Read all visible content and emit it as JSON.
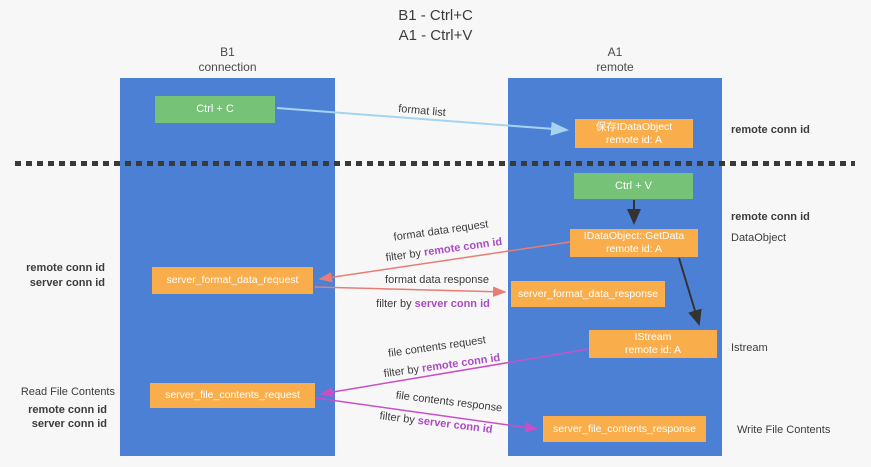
{
  "title": {
    "line1": "B1 - Ctrl+C",
    "line2": "A1 - Ctrl+V"
  },
  "columns": {
    "left": {
      "name": "B1",
      "role": "connection"
    },
    "right": {
      "name": "A1",
      "role": "remote"
    }
  },
  "boxes": {
    "ctrl_c": {
      "label": "Ctrl + C"
    },
    "save_idataobject": {
      "line1": "保存IDataObject",
      "line2": "remote id: A"
    },
    "ctrl_v": {
      "label": "Ctrl + V"
    },
    "getdata": {
      "line1": "IDataObject::GetData",
      "line2": "remote id: A"
    },
    "server_format_data_request": {
      "label": "server_format_data_request"
    },
    "server_format_data_response": {
      "label": "server_format_data_response"
    },
    "istream": {
      "line1": "IStream",
      "line2": "remote id: A"
    },
    "server_file_contents_request": {
      "label": "server_file_contents_request"
    },
    "server_file_contents_response": {
      "label": "server_file_contents_response"
    }
  },
  "arrow_labels": {
    "format_list": "format list",
    "format_data_request": "format data request",
    "format_data_response": "format data response",
    "file_contents_request": "file contents request",
    "file_contents_response": "file contents response",
    "filter_by": "filter by ",
    "remote_conn_id": "remote conn id",
    "server_conn_id": "server conn id"
  },
  "side_labels": {
    "remote_conn_id": "remote conn id",
    "server_conn_id": "server conn id",
    "dataobject": "DataObject",
    "istream": "Istream",
    "read_file_contents": "Read File Contents",
    "write_file_contents": "Write File Contents"
  },
  "colors": {
    "background": "#f7f7f7",
    "column_blue": "#4b80d5",
    "box_green": "#76c276",
    "box_orange": "#f9ae4b",
    "arrow_light_blue": "#a6d3f2",
    "arrow_salmon": "#e87d75",
    "arrow_magenta": "#ca4fc5",
    "arrow_black": "#333333",
    "text_purple": "#ab4bc3",
    "text_green": "#67bb6b",
    "text_dark": "#3c3c3c"
  }
}
